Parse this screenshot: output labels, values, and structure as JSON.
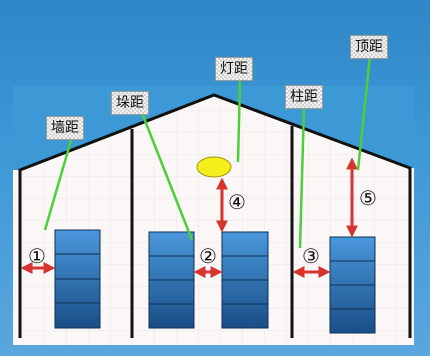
{
  "labels": {
    "wall": "墙距",
    "stack": "垛距",
    "lamp": "灯距",
    "column": "柱距",
    "top": "顶距"
  },
  "markers": [
    "①",
    "②",
    "③",
    "④",
    "⑤"
  ],
  "colors": {
    "arrow": "#d8342f",
    "leader": "#4ccf3a",
    "lamp": "#f4ef1a",
    "structure": "#111111",
    "box_top": "#4a98dc",
    "box_bottom": "#1a4e86"
  }
}
